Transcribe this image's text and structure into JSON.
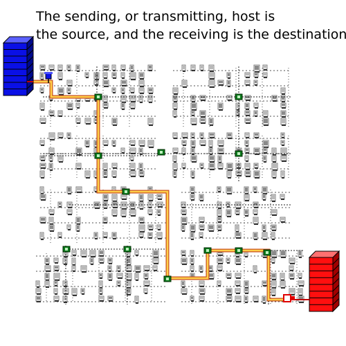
{
  "caption": {
    "line1": "The sending, or transmitting, host is",
    "line2": "the source, and the receiving is the destination."
  },
  "hosts": {
    "source": {
      "color": "#0a10e6",
      "role": "source"
    },
    "destination": {
      "color": "#ff0f0f",
      "role": "destination"
    }
  },
  "colors": {
    "path_fill": "#ffd04a",
    "path_edge": "#c8501e",
    "cable_source": "#c00000",
    "cable_destination": "#c00000",
    "router": "#0c7a1c",
    "computer": "#7d7d7d",
    "wire": "#505050"
  },
  "icons": {
    "source_server": "server-tower-icon",
    "destination_server": "server-tower-icon",
    "source_connector": "network-connector-icon",
    "destination_connector": "network-connector-icon",
    "router": "router-node-icon",
    "computer": "computer-icon"
  }
}
